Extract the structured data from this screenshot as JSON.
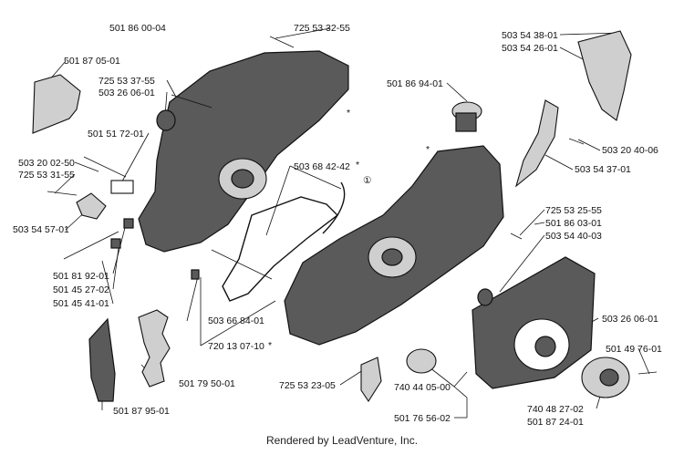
{
  "labels": {
    "l01": "501 86 00-04",
    "l02": "725 53 32-55",
    "l03": "501 87 05-01",
    "l04": "725 53 37-55",
    "l05": "503 26 06-01",
    "l06": "501 51 72-01",
    "l07": "503 20 02-50",
    "l08": "725 53 31-55",
    "l09": "503 54 57-01",
    "l10": "501 81 92-01",
    "l11": "501 45 27-02",
    "l12": "501 45 41-01",
    "l13": "503 66 84-01",
    "l14": "720 13 07-10",
    "l15": "501 79 50-01",
    "l16": "501 87 95-01",
    "l17": "503 68 42-42",
    "l18": "501 86 94-01",
    "l19": "503 54 38-01",
    "l20": "503 54 26-01",
    "l21": "503 20 40-06",
    "l22": "503 54 37-01",
    "l23": "725 53 25-55",
    "l24": "501 86 03-01",
    "l25": "503 54 40-03",
    "l26": "503 26 06-01",
    "l27": "501 49 76-01",
    "l28": "725 53 23-05",
    "l29": "740 44 05-00",
    "l30": "501 76 56-02",
    "l31": "740 48 27-02",
    "l32": "501 87 24-01"
  },
  "marks": {
    "star_a": "*",
    "star_b": "*",
    "star_c": "*",
    "star_d": "*",
    "circled_one": "①"
  },
  "footer": "Rendered by LeadVenture, Inc."
}
